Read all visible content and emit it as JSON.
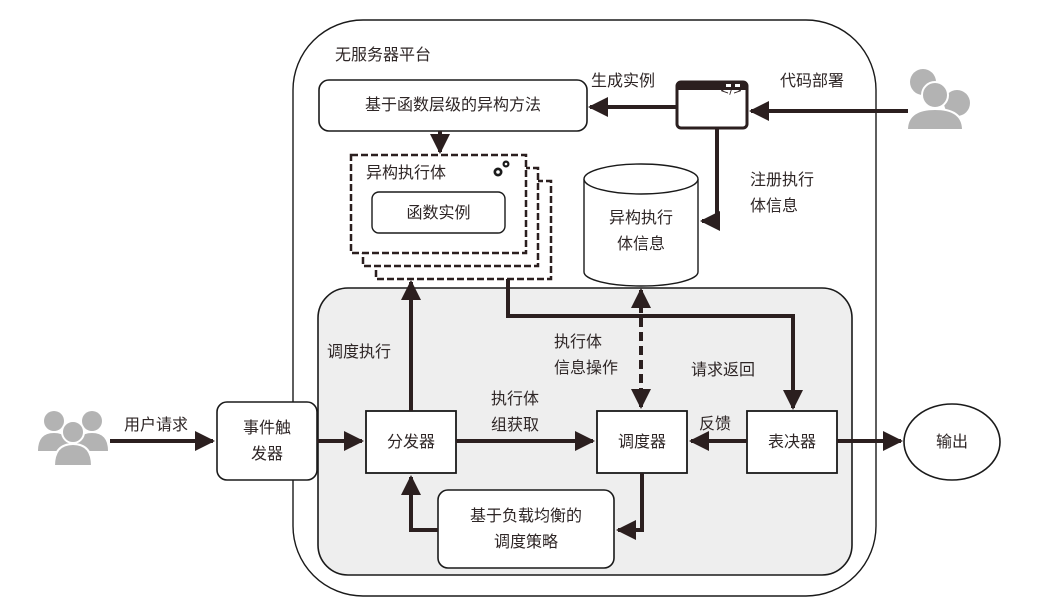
{
  "diagram": {
    "platform_title": "无服务器平台",
    "nodes": {
      "heterogeneous_method": "基于函数层级的异构方法",
      "executor": "异构执行体",
      "function_instance": "函数实例",
      "executor_info_db": [
        "异构执行",
        "体信息"
      ],
      "event_trigger": [
        "事件触",
        "发器"
      ],
      "dispatcher": "分发器",
      "scheduler": "调度器",
      "voter": "表决器",
      "load_balance_policy": [
        "基于负载均衡的",
        "调度策略"
      ],
      "output": "输出",
      "code_icon_text": "</>"
    },
    "edge_labels": {
      "generate_instance": "生成实例",
      "code_deploy": "代码部署",
      "register_executor_info": [
        "注册执行",
        "体信息"
      ],
      "schedule_execute": "调度执行",
      "executor_info_ops": [
        "执行体",
        "信息操作"
      ],
      "request_return": "请求返回",
      "user_request": "用户请求",
      "executor_group_fetch": [
        "执行体",
        "组获取"
      ],
      "feedback": "反馈"
    },
    "icons": {
      "developer": "developer-with-gears-icon",
      "users": "user-group-icon",
      "code": "code-window-icon",
      "gears": "gears-icon"
    },
    "colors": {
      "stroke": "#2b1f1f",
      "inner_panel": "#eeeeee",
      "icon_gray": "#b3b3b3",
      "background": "#ffffff"
    }
  }
}
